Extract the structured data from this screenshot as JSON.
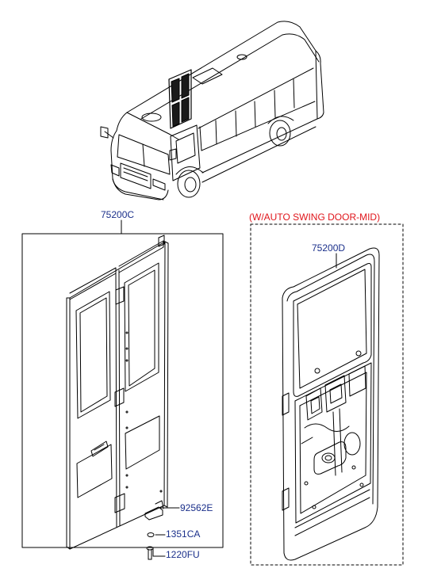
{
  "labels": {
    "p1": "75200C",
    "p2": "75200D",
    "p3": "92562E",
    "p4": "1351CA",
    "p5": "1220FU"
  },
  "variant_note": "(W/AUTO SWING DOOR-MID)",
  "colors": {
    "part_label": "#1a2f8a",
    "variant_note": "#e0151b",
    "line": "#000000",
    "highlight": "#1a1a1a"
  }
}
